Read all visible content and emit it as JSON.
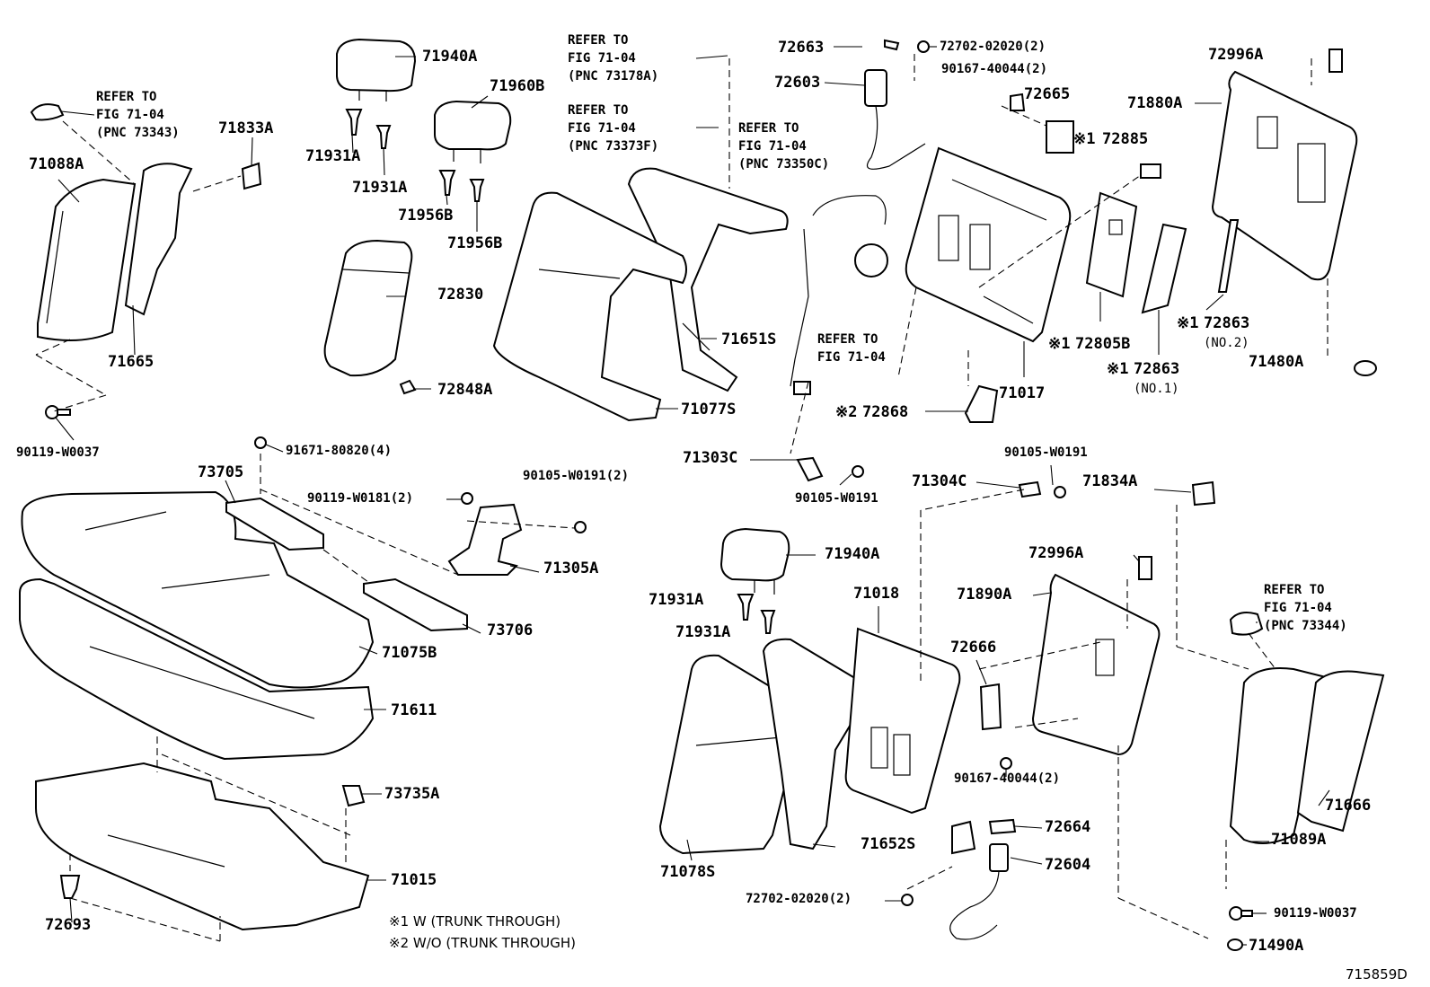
{
  "figure_code": "715859D",
  "legend": [
    {
      "mark": "※1",
      "text": "W (TRUNK THROUGH)"
    },
    {
      "mark": "※2",
      "text": "W/O (TRUNK THROUGH)"
    }
  ],
  "refs": {
    "r1": [
      "REFER TO",
      "FIG 71-04",
      "(PNC 73343)"
    ],
    "r2": [
      "REFER TO",
      "FIG 71-04",
      "(PNC 73178A)"
    ],
    "r3": [
      "REFER TO",
      "FIG 71-04",
      "(PNC 73373F)"
    ],
    "r4": [
      "REFER TO",
      "FIG 71-04",
      "(PNC 73350C)"
    ],
    "r5": [
      "REFER TO",
      "FIG 71-04"
    ],
    "r6": [
      "REFER TO",
      "FIG 71-04",
      "(PNC 73344)"
    ]
  },
  "parts": {
    "p71940A_top": "71940A",
    "p71960B": "71960B",
    "p71931A_1": "71931A",
    "p71931A_2": "71931A",
    "p71956B_1": "71956B",
    "p71956B_2": "71956B",
    "p71833A": "71833A",
    "p71088A": "71088A",
    "p71665": "71665",
    "p90119_W0037_left": "90119-W0037",
    "p72830": "72830",
    "p72848A": "72848A",
    "p71651S": "71651S",
    "p71077S": "71077S",
    "p72663": "72663",
    "p72702_02020_top": "72702-02020(2)",
    "p90167_40044_top": "90167-40044(2)",
    "p72603": "72603",
    "p72665": "72665",
    "p72885": "72885",
    "p72996A_top": "72996A",
    "p71880A": "71880A",
    "p72805B": "72805B",
    "p71017": "71017",
    "p72863_no1": "72863",
    "p72863_no1_sub": "(NO.1)",
    "p72863_no2": "72863",
    "p72863_no2_sub": "(NO.2)",
    "p71480A": "71480A",
    "p72868": "72868",
    "p91671_80820": "91671-80820(4)",
    "p73705": "73705",
    "p90105_W0191_2": "90105-W0191(2)",
    "p90119_W0181": "90119-W0181(2)",
    "p71305A": "71305A",
    "p73706": "73706",
    "p71075B": "71075B",
    "p71611": "71611",
    "p73735A": "73735A",
    "p71015": "71015",
    "p72693": "72693",
    "p71303C": "71303C",
    "p90105_W0191_a": "90105-W0191",
    "p71304C": "71304C",
    "p90105_W0191_b": "90105-W0191",
    "p71834A": "71834A",
    "p71940A_bot": "71940A",
    "p71931A_3": "71931A",
    "p71931A_4": "71931A",
    "p71018": "71018",
    "p72666": "72666",
    "p90167_40044_bot": "90167-40044(2)",
    "p72996A_bot": "72996A",
    "p71890A": "71890A",
    "p72664": "72664",
    "p72604": "72604",
    "p72702_02020_bot": "72702-02020(2)",
    "p71652S": "71652S",
    "p71078S": "71078S",
    "p71666": "71666",
    "p71089A": "71089A",
    "p90119_W0037_right": "90119-W0037",
    "p71490A": "71490A"
  },
  "marks": {
    "m72885": "※1",
    "m72805B": "※1",
    "m72863_no1": "※1",
    "m72863_no2": "※1",
    "m72868": "※2"
  }
}
